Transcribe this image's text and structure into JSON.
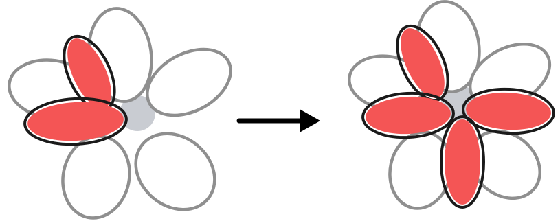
{
  "colors": {
    "background": "#ffffff",
    "petal_outline": "#8f8f8f",
    "petal_fill": "#ffffff",
    "center": "#c9ccd2",
    "highlight_fill": "#f45555",
    "highlight_outline": "#1a1a1a",
    "arrow": "#000000"
  },
  "diagram": {
    "before": {
      "petal_count": 5,
      "highlighted_petals": 2
    },
    "transition": {
      "icon": "arrow-right-icon"
    },
    "after": {
      "petal_count": 5,
      "highlighted_petals": 4
    }
  }
}
